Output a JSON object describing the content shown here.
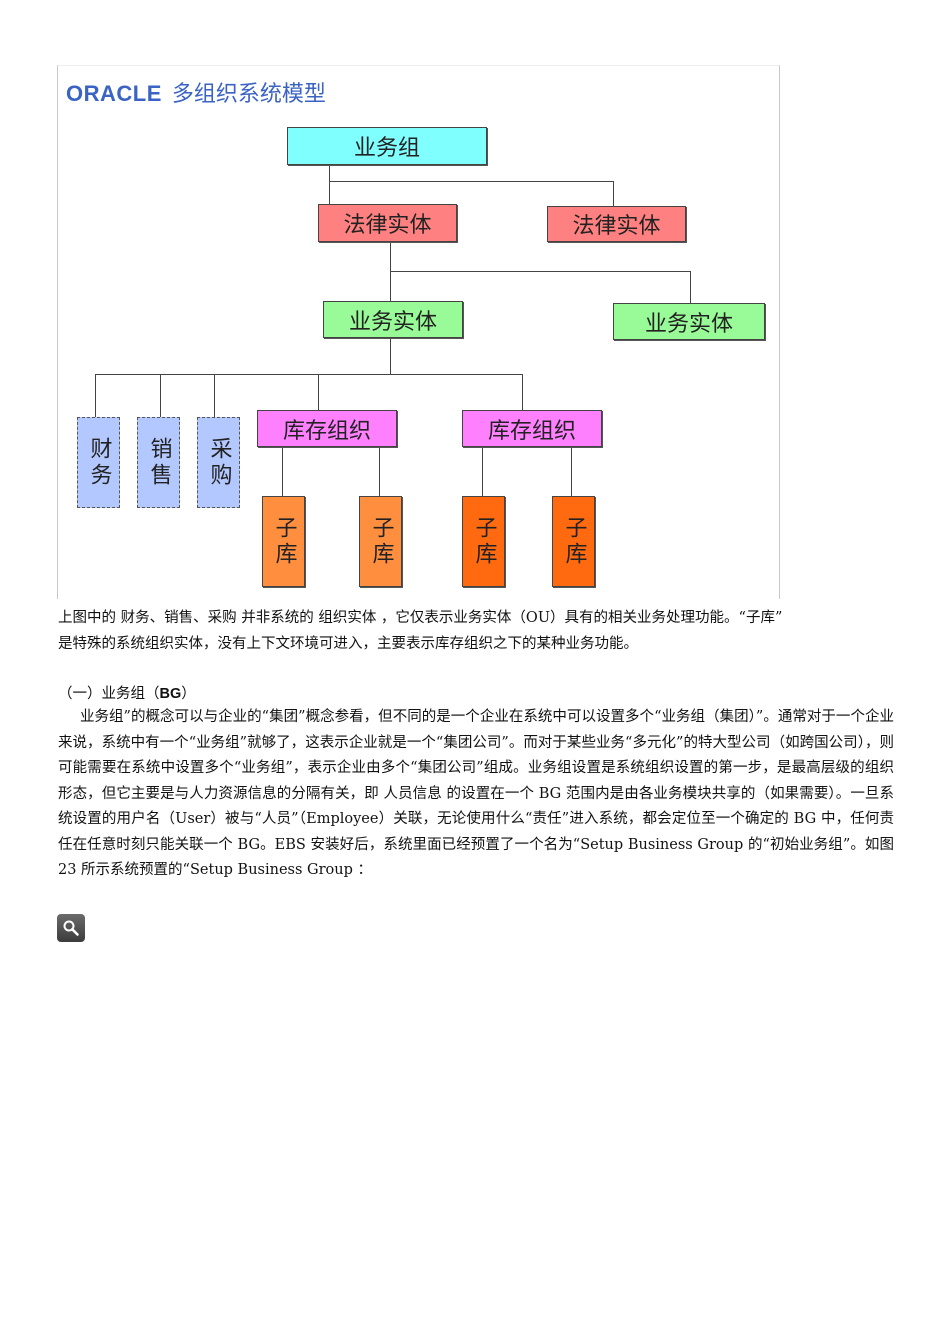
{
  "figure": {
    "title_brand": "ORACLE",
    "title_cn": "多组织系统模型",
    "nodes": {
      "business_group": "业务组",
      "legal_entity_1": "法律实体",
      "legal_entity_2": "法律实体",
      "operating_unit_1": "业务实体",
      "operating_unit_2": "业务实体",
      "finance": "财务",
      "sales": "销售",
      "purchasing": "采购",
      "inventory_org_1": "库存组织",
      "inventory_org_2": "库存组织",
      "subinventory_1": "子库",
      "subinventory_2": "子库",
      "subinventory_3": "子库",
      "subinventory_4": "子库"
    },
    "colors": {
      "business_group": "#80ffff",
      "legal_entity": "#ff8080",
      "operating_unit": "#98fb98",
      "function": "#b3c8ff",
      "inventory_org": "#ff80ff",
      "subinventory_light": "#ff8f3f",
      "subinventory_dark": "#ff6a10",
      "title": "#3a63c4"
    }
  },
  "caption": {
    "line1": "上图中的 财务、销售、采购 并非系统的 组织实体 ，它仅表示业务实体（OU）具有的相关业务处理功能。“子库”",
    "line2": "是特殊的系统组织实体，没有上下文环境可进入，主要表示库存组织之下的某种业务功能。"
  },
  "section": {
    "heading_prefix": "（一）业务组（",
    "heading_abbr": "BG",
    "heading_suffix": "）",
    "paragraph": "业务组”的概念可以与企业的“集团”概念参看，但不同的是一个企业在系统中可以设置多个“业务组（集团）”。通常对于一个企业来说，系统中有一个“业务组”就够了，这表示企业就是一个“集团公司”。而对于某些业务“多元化”的特大型公司（如跨国公司），则可能需要在系统中设置多个“业务组”，表示企业由多个“集团公司”组成。业务组设置是系统组织设置的第一步，是最高层级的组织形态，但它主要是与人力资源信息的分隔有关，即 人员信息 的设置在一个 BG 范围内是由各业务模块共享的（如果需要）。一旦系统设置的用户名（User）被与“人员”（Employee）关联，无论使用什么“责任”进入系统，都会定位至一个确定的 BG 中，任何责任在任意时刻只能关联一个 BG。EBS 安装好后，系统里面已经预置了一个名为“Setup Business Group 的“初始业务组”。如图 23 所示系统预置的“Setup Business Group ："
  },
  "zoom_button": {
    "icon": "magnifier-icon"
  }
}
